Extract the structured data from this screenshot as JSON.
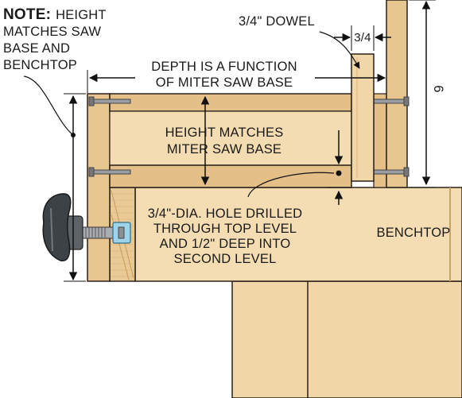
{
  "note": {
    "title": "NOTE:",
    "line1": "HEIGHT",
    "line2": "MATCHES SAW",
    "line3": "BASE AND",
    "line4": "BENCHTOP"
  },
  "depth": {
    "line1": "DEPTH IS A FUNCTION",
    "line2": "OF MITER SAW BASE"
  },
  "height_label": {
    "line1": "HEIGHT MATCHES",
    "line2": "MITER SAW BASE"
  },
  "dowel_label": "3/4\" DOWEL",
  "dim_top": "3/4",
  "dim_right": "6",
  "hole": {
    "line1": "3/4\"-DIA. HOLE DRILLED",
    "line2": "THROUGH TOP LEVEL",
    "line3": "AND 1/2\" DEEP INTO",
    "line4": "SECOND LEVEL"
  },
  "benchtop_label": "BENCHTOP",
  "colors": {
    "wood_light": "#f1d6a8",
    "wood_mid": "#e7c690",
    "wood_dark": "#d9b072",
    "outline": "#2a2118",
    "hardware": "#6b6f74",
    "clamp_blue": "#9ed3ea"
  }
}
